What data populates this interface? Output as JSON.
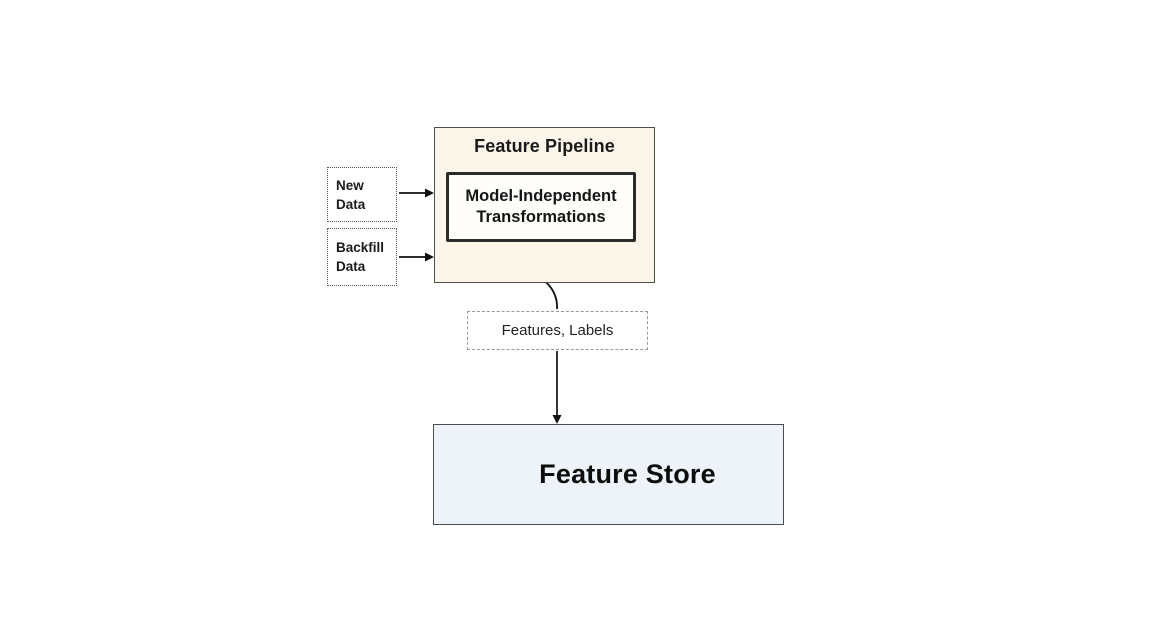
{
  "nodes": {
    "new_data": {
      "line1": "New",
      "line2": "Data"
    },
    "backfill_data": {
      "line1": "Backfill",
      "line2": "Data"
    },
    "feature_pipeline": {
      "title": "Feature Pipeline"
    },
    "transformations": {
      "line1": "Model-Independent",
      "line2": "Transformations"
    },
    "features_labels": {
      "label": "Features, Labels"
    },
    "feature_store": {
      "label": "Feature Store"
    }
  },
  "colors": {
    "pipeline_bg": "#FBF6E9",
    "store_bg": "#EDF3F8",
    "box_border": "#4D4D4D",
    "inner_border": "#2B2B2B",
    "dashed_border": "#999999",
    "dotted_border": "#555555",
    "arrow": "#111111",
    "text": "#111111"
  }
}
